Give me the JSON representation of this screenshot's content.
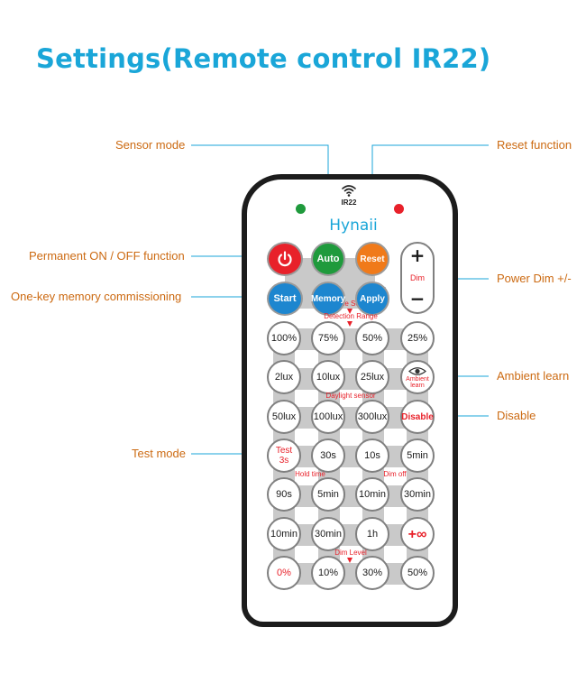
{
  "title": "Settings(Remote control IR22)",
  "callouts": {
    "sensor_mode": "Sensor mode",
    "reset_function": "Reset function",
    "permanent_on_off": "Permanent ON / OFF function",
    "one_key_memory": "One-key memory commissioning",
    "power_dim": "Power Dim +/-",
    "ambient_learn": "Ambient learn",
    "disable": "Disable",
    "test_mode": "Test mode"
  },
  "remote": {
    "model": "IR22",
    "brand": "Hynaii",
    "top_row": {
      "power_icon": "power-icon",
      "auto": "Auto",
      "reset": "Reset"
    },
    "dim": {
      "plus": "+",
      "label": "Dim",
      "minus": "−"
    },
    "scene_setting": "Scene Setting",
    "scene_row": {
      "start": "Start",
      "memory": "Memory",
      "apply": "Apply"
    },
    "detection_range": "Detection Range",
    "range_row": [
      "100%",
      "75%",
      "50%",
      "25%"
    ],
    "lux_row": [
      "2lux",
      "10lux",
      "25lux"
    ],
    "ambient_learn": "Ambient learn",
    "ambient_icon": "eye-icon",
    "daylight_sensor": "Daylight sensor",
    "lux_row2": [
      "50lux",
      "100lux",
      "300lux",
      "Disable"
    ],
    "test_row": {
      "test": "Test 3s",
      "hold_30s": "30s",
      "dim_10s": "10s",
      "dim_5min": "5min"
    },
    "hold_time": "Hold time",
    "dim_off": "Dim off",
    "time_row": [
      "90s",
      "5min",
      "10min",
      "30min"
    ],
    "time_row2": [
      "10min",
      "30min",
      "1h",
      "+∞"
    ],
    "dim_level": "Dim Level",
    "level_row": [
      "0%",
      "10%",
      "30%",
      "50%"
    ]
  },
  "colors": {
    "title": "#1aa6d8",
    "callout": "#cc6a12",
    "leader": "#1aa6d8",
    "power": "#e8212a",
    "auto": "#1f9a3c",
    "reset": "#f07a1a",
    "scene": "#1d86cf",
    "led_green": "#1f9a3c",
    "led_red": "#e8212a",
    "pad": "#c9c9c9"
  }
}
